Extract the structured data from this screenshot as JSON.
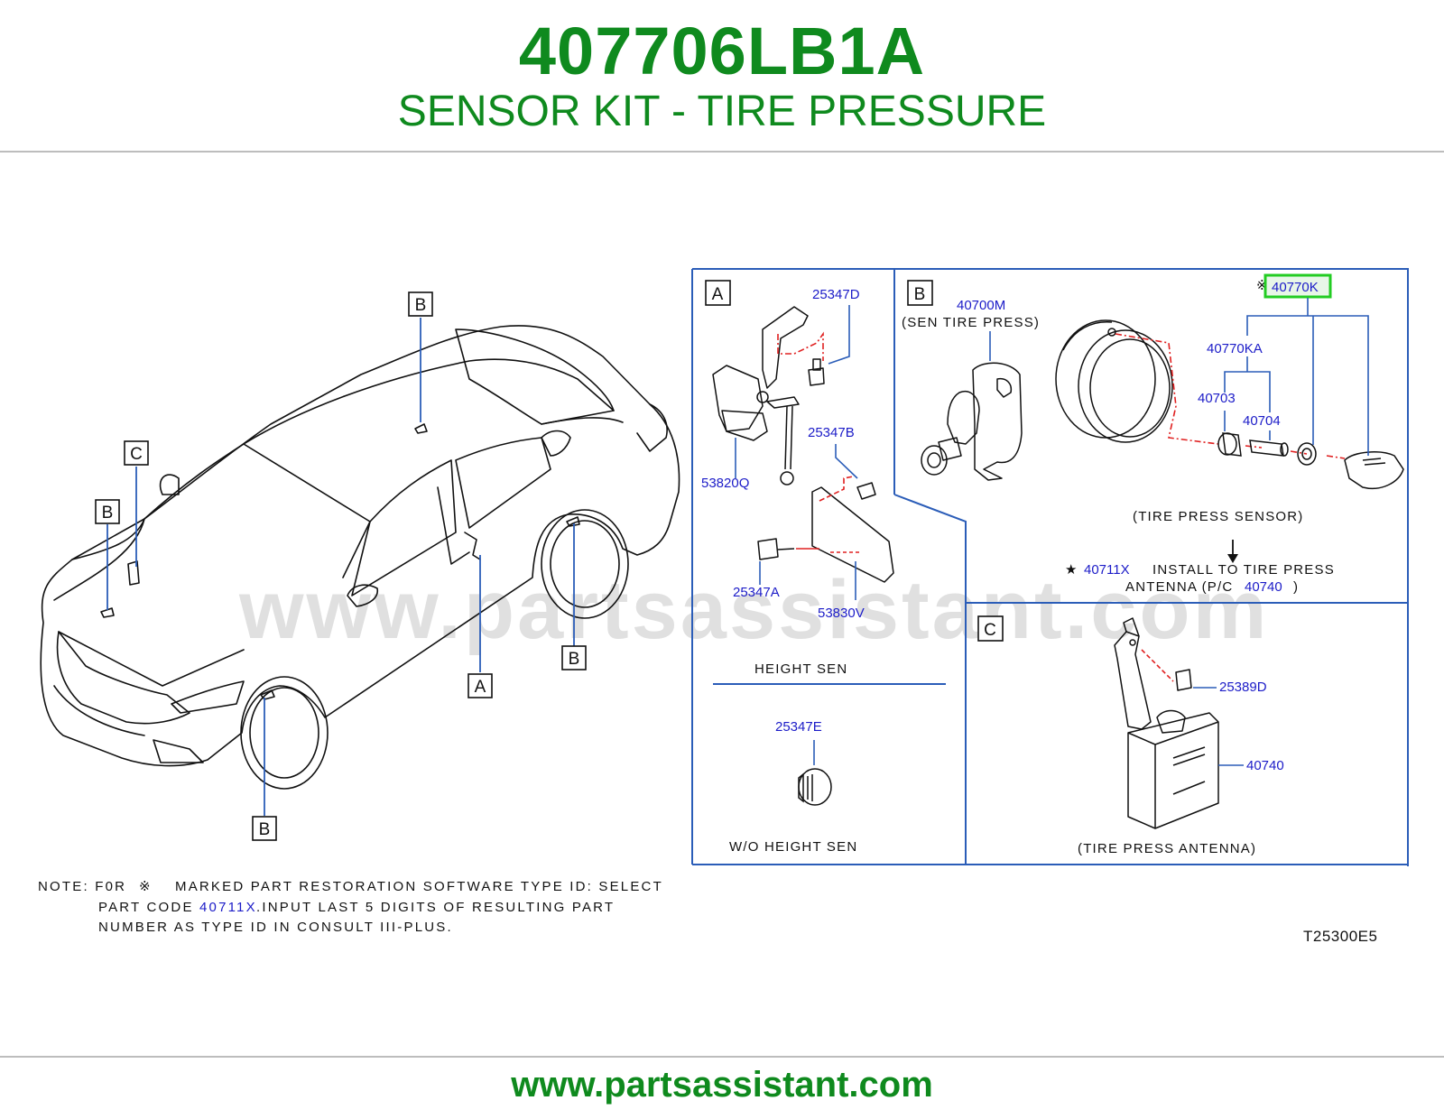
{
  "header": {
    "part_number": "407706LB1A",
    "title": "SENSOR KIT - TIRE PRESSURE"
  },
  "colors": {
    "brand_green": "#0f8a1e",
    "part_blue": "#1c1cc8",
    "frame_blue": "#2b5db8",
    "highlight_green": "#22cc22",
    "leader_red": "#e02020"
  },
  "car": {
    "callouts": {
      "roof_b": "B",
      "front_c": "C",
      "hood_b": "B",
      "rear_wheel_b": "B",
      "door_a": "A",
      "front_wheel_b": "B"
    }
  },
  "panel_a": {
    "box_letter": "A",
    "parts": {
      "p25347D": "25347D",
      "p25347B": "25347B",
      "p53820Q": "53820Q",
      "p25347A": "25347A",
      "p53830V": "53830V",
      "p25347E": "25347E"
    },
    "caption_height_sen": "HEIGHT SEN",
    "caption_wo_height_sen": "W/O HEIGHT SEN"
  },
  "panel_b": {
    "box_letter": "B",
    "parts": {
      "p40700M": "40700M",
      "p40700M_desc": "(SEN TIRE PRESS)",
      "p40770K": "40770K",
      "p40770K_mark": "※",
      "p40770KA": "40770KA",
      "p40703": "40703",
      "p40704": "40704"
    },
    "caption_sensor": "(TIRE PRESS SENSOR)",
    "install_star": "★",
    "install_part": "40711X",
    "install_text": "INSTALL TO TIRE PRESS",
    "antenna_prefix": "ANTENNA (P/C",
    "antenna_part": "40740",
    "antenna_suffix": ")"
  },
  "panel_c": {
    "box_letter": "C",
    "parts": {
      "p25389D": "25389D",
      "p40740": "40740"
    },
    "caption_antenna": "(TIRE PRESS ANTENNA)"
  },
  "watermark": "www.partsassistant.com",
  "note": {
    "line1_prefix": "NOTE: F0R",
    "line1_mark": "※",
    "line1_text": "MARKED PART RESTORATION SOFTWARE TYPE ID: SELECT",
    "line2_prefix": "PART CODE",
    "line2_part": "40711X",
    "line2_text": ".INPUT LAST 5 DIGITS OF RESULTING PART",
    "line3": "NUMBER AS TYPE ID IN CONSULT III-PLUS."
  },
  "diagram_code": "T25300E5",
  "footer": {
    "url": "www.partsassistant.com"
  }
}
